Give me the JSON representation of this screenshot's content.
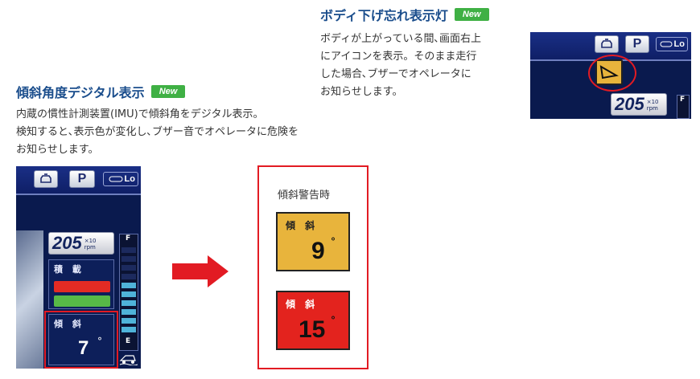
{
  "body_feature": {
    "title": "ボディ下げ忘れ表示灯",
    "badge": "New",
    "lines": [
      "ボディが上がっている間､画面右上",
      "にアイコンを表示。そのまま走行",
      "した場合､ブザーでオペレータに",
      "お知らせします。"
    ],
    "screen": {
      "p_label": "P",
      "lo_label": "Lo",
      "rpm_value": "205",
      "rpm_unit_top": "×10",
      "rpm_unit_bottom": "rpm",
      "fuel_label": "F"
    }
  },
  "tilt_feature": {
    "title": "傾斜角度デジタル表示",
    "badge": "New",
    "lines": [
      "内蔵の慣性計測装置(IMU)で傾斜角をデジタル表示。",
      "検知すると､表示色が変化し､ブザー音でオペレータに危険を",
      "お知らせします。"
    ],
    "screen": {
      "p_label": "P",
      "lo_label": "Lo",
      "rpm_value": "205",
      "rpm_unit_top": "×10",
      "rpm_unit_bottom": "rpm",
      "load_label": "積 載",
      "tilt_label": "傾 斜",
      "tilt_value": "7",
      "degree": "°",
      "fuel_full": "F",
      "fuel_empty": "E"
    }
  },
  "warning": {
    "title": "傾斜警告時",
    "levels": [
      {
        "label": "傾 斜",
        "value": "9",
        "degree": "°",
        "color": "#e8b43c"
      },
      {
        "label": "傾 斜",
        "value": "15",
        "degree": "°",
        "color": "#e3231e"
      }
    ]
  },
  "colors": {
    "heading": "#1a4d8c",
    "badge": "#3fb044",
    "highlight": "#e21b23",
    "screen_bg": "#0a1a4e"
  },
  "icons": [
    "engine-icon",
    "parking-icon",
    "lo-gear-icon",
    "body-raised-icon",
    "arrow-right-icon",
    "dump-truck-icon"
  ]
}
